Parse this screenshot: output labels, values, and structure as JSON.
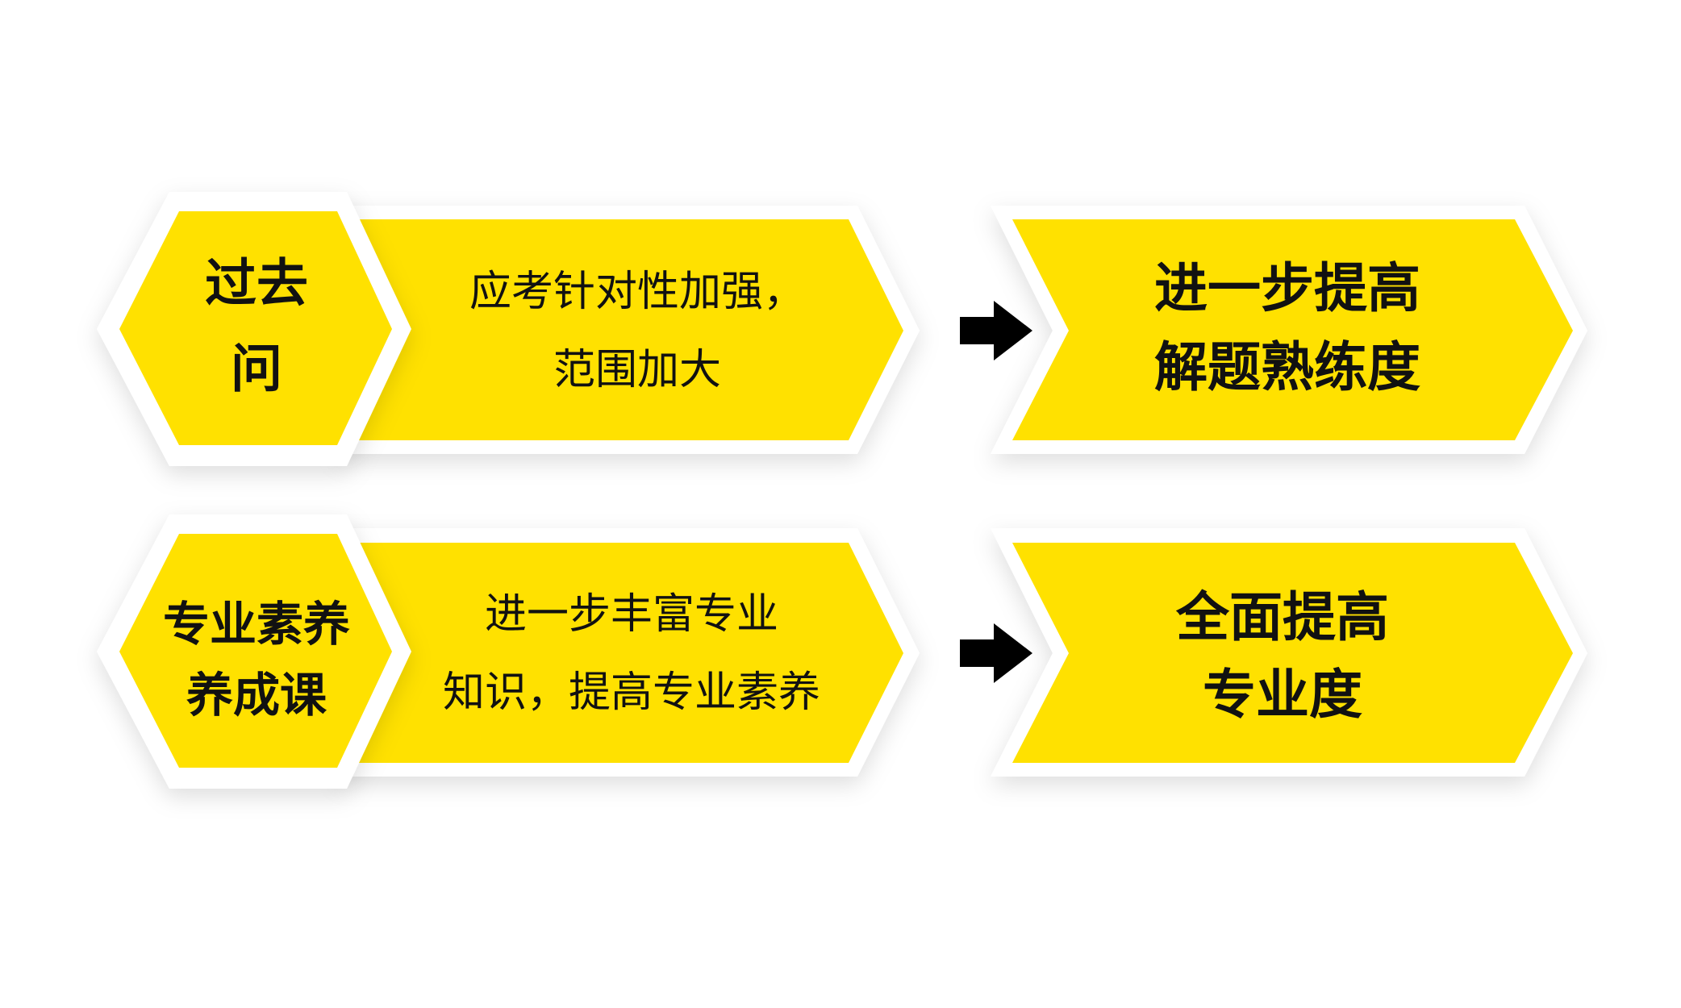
{
  "rows": [
    {
      "hex_lines": [
        "过去",
        "问"
      ],
      "desc_lines": [
        "应考针对性加强，",
        "范围加大"
      ],
      "result_lines": [
        "进一步提高",
        "解题熟练度"
      ]
    },
    {
      "hex_lines": [
        "专业素养",
        "养成课"
      ],
      "desc_lines": [
        "进一步丰富专业",
        "知识，提高专业素养"
      ],
      "result_lines": [
        "全面提高",
        "专业度"
      ]
    }
  ],
  "colors": {
    "accent": "#FFE100",
    "border": "#FFFFFF",
    "text": "#111111",
    "arrow": "#000000"
  }
}
